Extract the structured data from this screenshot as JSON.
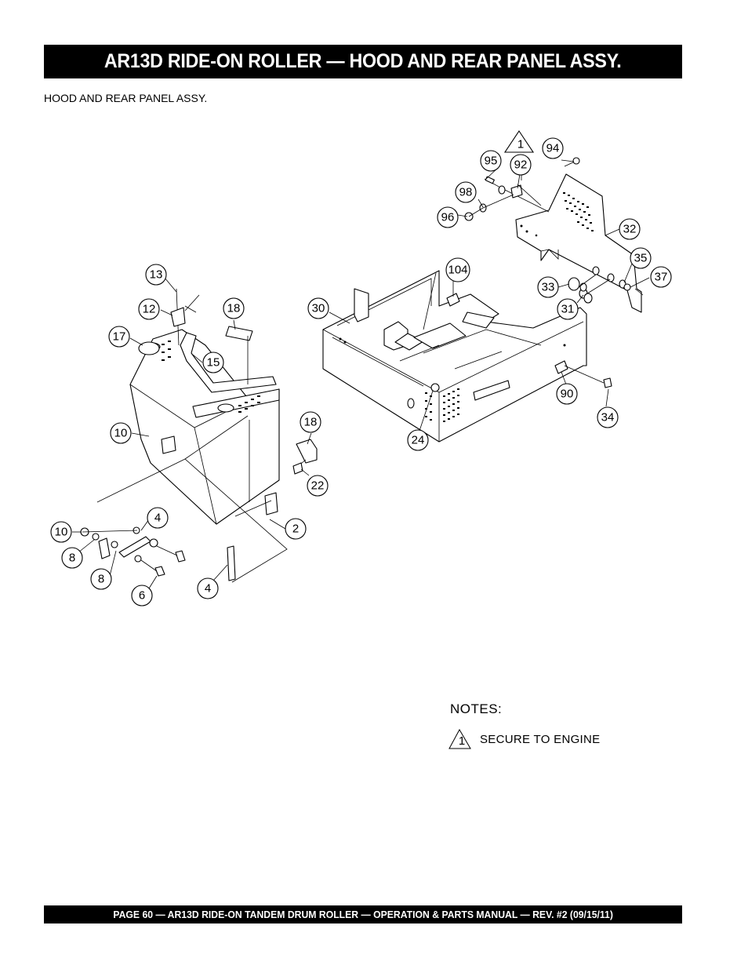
{
  "header": {
    "title": "AR13D RIDE-ON ROLLER — HOOD AND REAR PANEL ASSY."
  },
  "section": {
    "caption": "HOOD AND REAR PANEL ASSY."
  },
  "diagram": {
    "callouts": {
      "c1": "1",
      "c94": "94",
      "c95": "95",
      "c92": "92",
      "c98": "98",
      "c96": "96",
      "c32": "32",
      "c35": "35",
      "c37": "37",
      "c33": "33",
      "c31": "31",
      "c104": "104",
      "c13": "13",
      "c12": "12",
      "c18a": "18",
      "c30": "30",
      "c17": "17",
      "c15": "15",
      "c90": "90",
      "c34": "34",
      "c24": "24",
      "c10a": "10",
      "c18b": "18",
      "c22": "22",
      "c4a": "4",
      "c10b": "10",
      "c2": "2",
      "c8a": "8",
      "c8b": "8",
      "c6": "6",
      "c4b": "4"
    }
  },
  "notes": {
    "title": "NOTES:",
    "items": [
      {
        "marker": "1",
        "text": "SECURE TO ENGINE"
      }
    ]
  },
  "footer": {
    "text": "PAGE 60 — AR13D RIDE-ON TANDEM DRUM ROLLER — OPERATION & PARTS MANUAL — REV. #2 (09/15/11)"
  }
}
